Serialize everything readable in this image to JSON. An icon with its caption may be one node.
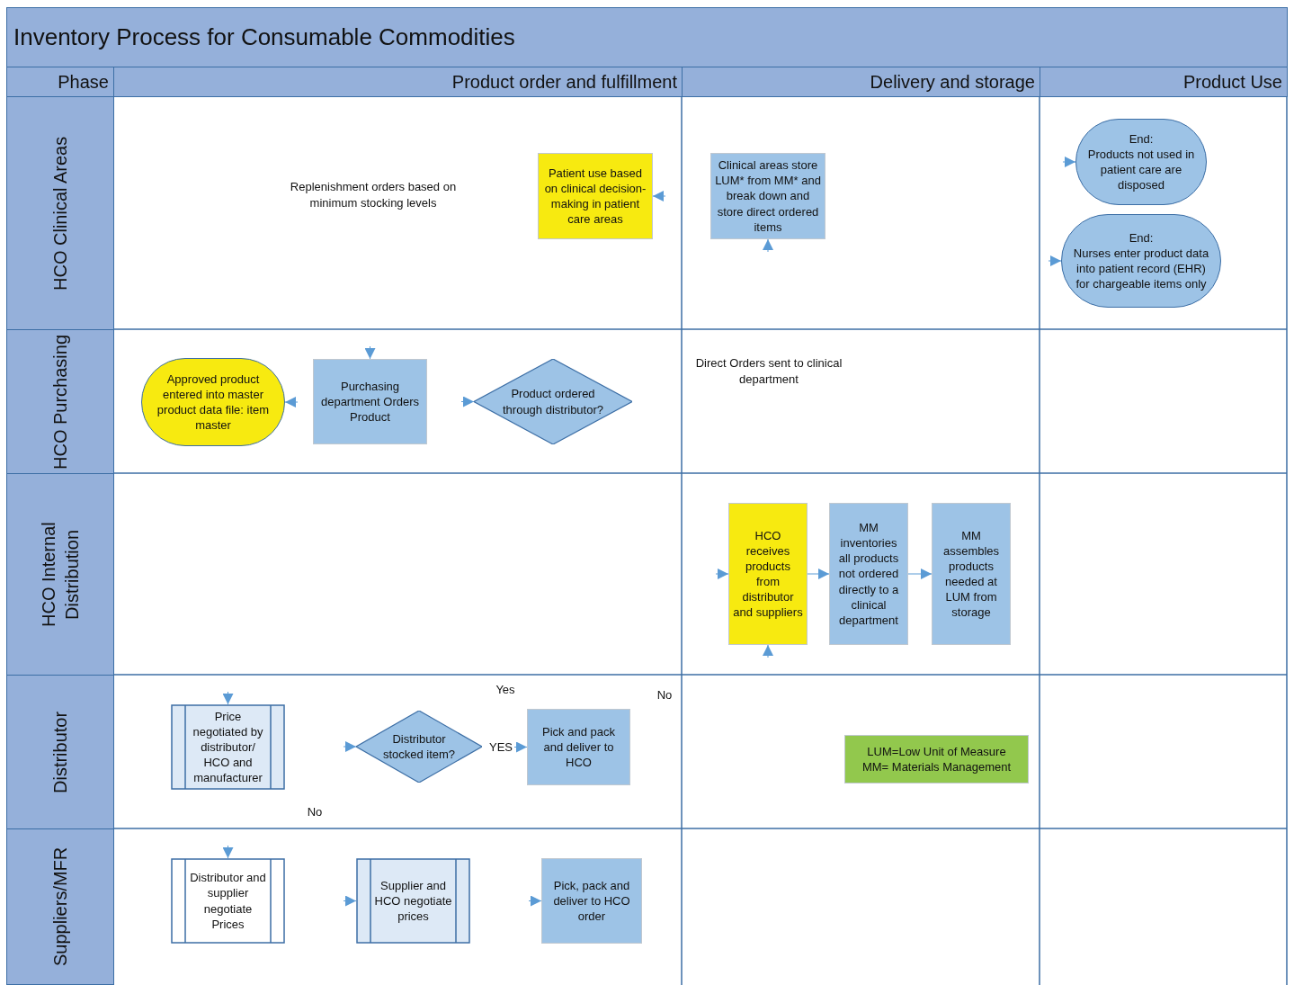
{
  "diagram": {
    "title": "Inventory Process for Consumable Commodities",
    "nodes": [
      {
        "text": [
          "Phase"
        ]
      },
      {
        "text": [
          "Product order and fulfillment"
        ]
      },
      {
        "text": [
          "Delivery and storage"
        ]
      },
      {
        "text": [
          "Product Use"
        ]
      },
      {
        "text": [
          "HCO Clinical Areas"
        ]
      },
      {
        "text": [
          "HCO Purchasing"
        ]
      },
      {
        "text": [
          "HCO Internal Distribution"
        ]
      },
      {
        "text": [
          "Distributor"
        ]
      },
      {
        "text": [
          "Suppliers/MFR"
        ]
      },
      {
        "text": [
          "Patient use based on clinical decision-making in patient care areas"
        ]
      },
      {
        "text": [
          "Clinical areas store LUM* from MM* and break down and store direct ordered items"
        ]
      },
      {
        "text": [
          "End:",
          "Products not used in patient care are disposed"
        ]
      },
      {
        "text": [
          "End:",
          "Nurses enter product data into patient record (EHR) for chargeable items only"
        ]
      },
      {
        "text": [
          "Approved product entered into master product data file: item master"
        ]
      },
      {
        "text": [
          "Purchasing department Orders Product"
        ]
      },
      {
        "text": [
          "Product ordered through distributor?"
        ]
      },
      {
        "text": [
          "HCO receives products from distributor and suppliers"
        ]
      },
      {
        "text": [
          "MM inventories all products not ordered directly to a clinical department"
        ]
      },
      {
        "text": [
          "MM assembles products needed at LUM from storage"
        ]
      },
      {
        "text": [
          "Price negotiated by distributor/ HCO and manufacturer"
        ]
      },
      {
        "text": [
          "Distributor stocked item?"
        ]
      },
      {
        "text": [
          "Pick and pack and deliver to HCO"
        ]
      },
      {
        "text": [
          "LUM=Low Unit of Measure",
          "MM= Materials Management"
        ]
      },
      {
        "text": [
          "Distributor and supplier negotiate Prices"
        ]
      },
      {
        "text": [
          "Supplier and HCO negotiate prices"
        ]
      },
      {
        "text": [
          "Pick, pack and deliver to HCO order"
        ]
      }
    ],
    "edges": [
      {
        "from": null,
        "to": 9,
        "arrow": "to"
      },
      {
        "from": null,
        "to": 10,
        "arrow": "to"
      },
      {
        "from": null,
        "to": 11,
        "arrow": "to"
      },
      {
        "from": null,
        "to": 12,
        "arrow": "to"
      },
      {
        "from": null,
        "to": 13,
        "arrow": "to"
      },
      {
        "from": null,
        "to": 14,
        "arrow": "to"
      },
      {
        "from": null,
        "to": 15,
        "arrow": "to"
      },
      {
        "from": null,
        "to": 16,
        "arrow": "to"
      },
      {
        "from": null,
        "to": 16,
        "arrow": "to"
      },
      {
        "from": 16,
        "to": 17,
        "arrow": "to"
      },
      {
        "from": 17,
        "to": 18,
        "arrow": "to"
      },
      {
        "from": null,
        "to": 19,
        "arrow": "to"
      },
      {
        "from": null,
        "to": 20,
        "arrow": "to"
      },
      {
        "from": null,
        "to": 21,
        "arrow": "to",
        "label": "YES"
      },
      {
        "from": null,
        "to": 23,
        "arrow": "to"
      },
      {
        "from": null,
        "to": 24,
        "arrow": "to"
      },
      {
        "from": null,
        "to": 25,
        "arrow": "to"
      }
    ],
    "labels": [
      "Replenishment orders based on minimum stocking levels",
      "Direct Orders sent to clinical department",
      "Yes",
      "No",
      "No"
    ]
  }
}
